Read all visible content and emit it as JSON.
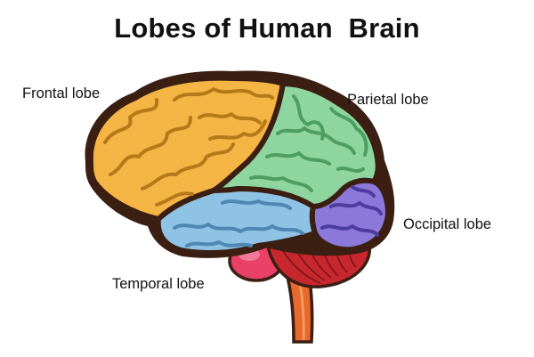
{
  "title": "Lobes of Human  Brain",
  "labels": {
    "frontal": "Frontal lobe",
    "parietal": "Parietal lobe",
    "occipital": "Occipital lobe",
    "temporal": "Temporal lobe"
  },
  "colors": {
    "frontal": "#F5B544",
    "parietal": "#8FD59F",
    "occipital": "#8B78D8",
    "temporal": "#8EC3E6",
    "cerebellum": "#C7272E",
    "pons": "#E94168",
    "brainstem": "#E8692E",
    "outline": "#3A1F12"
  }
}
